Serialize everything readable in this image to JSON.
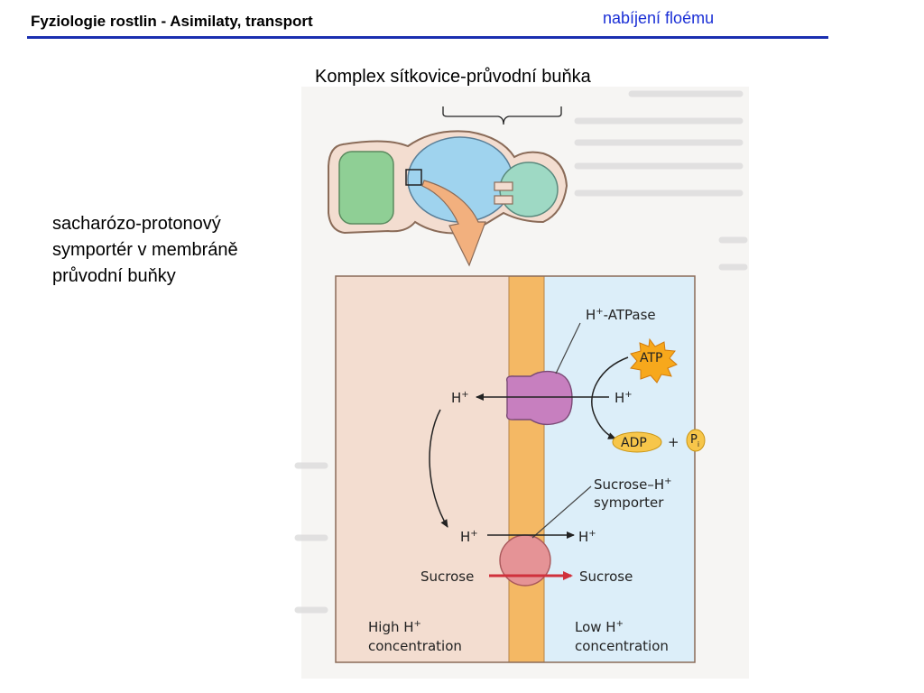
{
  "header": {
    "title": "Fyziologie rostlin  - Asimilaty, transport",
    "topic": "nabíjení floému"
  },
  "complex_label": "Komplex sítkovice-průvodní buňka",
  "side_label": {
    "line1": "sacharózo-protonový",
    "line2": "symportér v membráně",
    "line3": "průvodní buňky"
  },
  "diagram": {
    "h_plus": "H",
    "plus": "+",
    "atpase_label": "H",
    "atpase_suffix": "-ATPase",
    "atp": "ATP",
    "adp": "ADP",
    "p": "P",
    "p_sub": "i",
    "symporter_line1": "Sucrose–H",
    "symporter_line2": "symporter",
    "sucrose_left": "Sucrose",
    "sucrose_right": "Sucrose",
    "high_line1": "High H",
    "high_line2": "concentration",
    "low_line1": "Low H",
    "low_line2": "concentration"
  },
  "colors": {
    "left_cell": "#f3ddd0",
    "right_cell": "#dceef9",
    "membrane": "#f4b864",
    "atpase": "#c77fbf",
    "symporter": "#e59396",
    "sucrose_arrow": "#d0313c",
    "atp_burst": "#f7a81c",
    "adp": "#f7c64a",
    "accent_blue": "#1a2fd6"
  }
}
